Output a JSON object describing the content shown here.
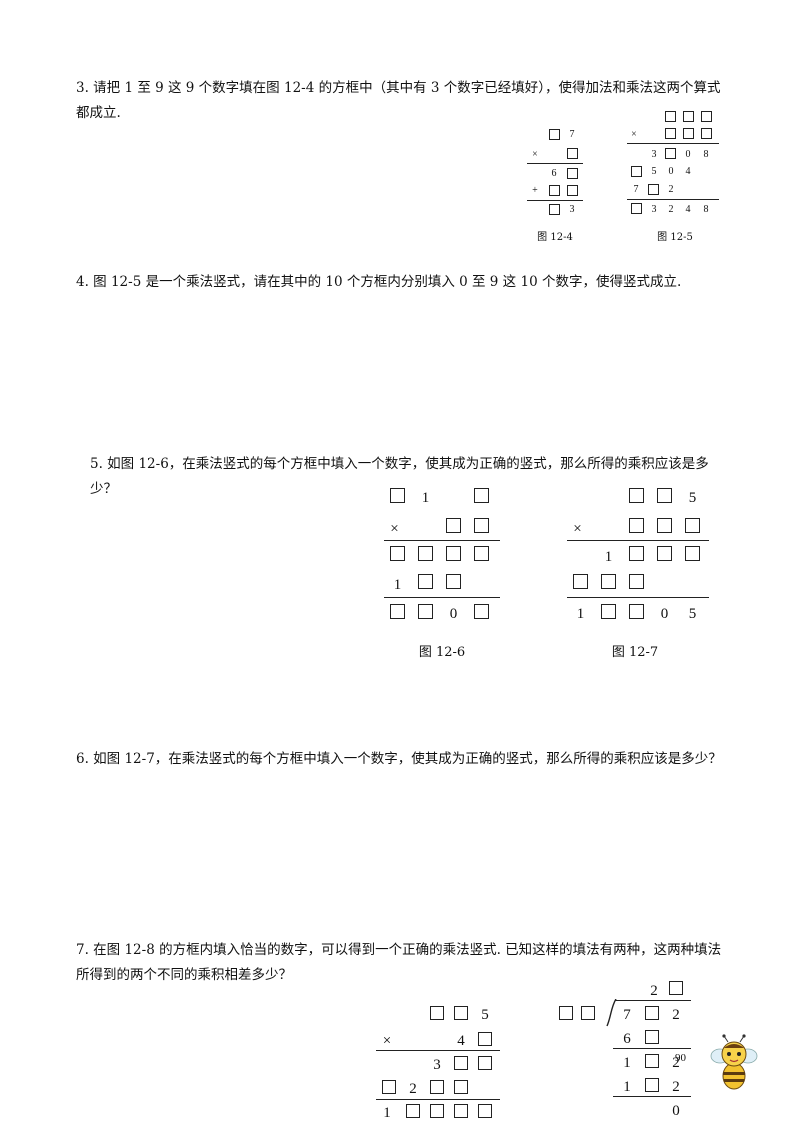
{
  "problems": {
    "p3": "3. 请把 1 至 9 这 9 个数字填在图 12-4 的方框中（其中有 3 个数字已经填好），使得加法和乘法这两个算式都成立.",
    "p4": "4. 图 12-5 是一个乘法竖式，请在其中的 10 个方框内分别填入 0 至 9 这 10 个数字，使得竖式成立.",
    "p5": "5. 如图 12-6，在乘法竖式的每个方框中填入一个数字，使其成为正确的竖式，那么所得的乘积应该是多少？",
    "p6": "6. 如图 12-7，在乘法竖式的每个方框中填入一个数字，使其成为正确的竖式，那么所得的乘积应该是多少？",
    "p7": "7. 在图 12-8 的方框内填入恰当的数字，可以得到一个正确的乘法竖式. 已知这样的填法有两种，这两种填法所得到的两个不同的乘积相差多少？"
  },
  "figures": {
    "f124": {
      "caption": "图 12-4",
      "r1d": "7",
      "times": "×",
      "r3d": "6",
      "plus": "+",
      "r5d": "3"
    },
    "f125": {
      "caption": "图 12-5",
      "times": "×",
      "r3": [
        "3",
        "0",
        "8"
      ],
      "r4": [
        "5",
        "0",
        "4"
      ],
      "r5": [
        "7",
        "2"
      ],
      "r6": [
        "3",
        "2",
        "4",
        "8"
      ]
    },
    "f126": {
      "caption": "图 12-6",
      "r1d": "1",
      "times": "×",
      "r4d": "1",
      "r5d": "0"
    },
    "f127": {
      "caption": "图 12-7",
      "r1d": "5",
      "times": "×",
      "r3d": "1",
      "r5a": "1",
      "r5b": "0",
      "r5c": "5"
    },
    "f128": {
      "r1d": "5",
      "times": "×",
      "r2d": "4",
      "r3d": "3",
      "r4d": "2",
      "r5d": "1"
    },
    "div": {
      "q": "2",
      "d1": "7",
      "d2": "2",
      "s1": "6",
      "s2a": "1",
      "s2b": "2",
      "s3a": "1",
      "s3b": "2",
      "rem": "0"
    },
    "page_number": "90"
  }
}
